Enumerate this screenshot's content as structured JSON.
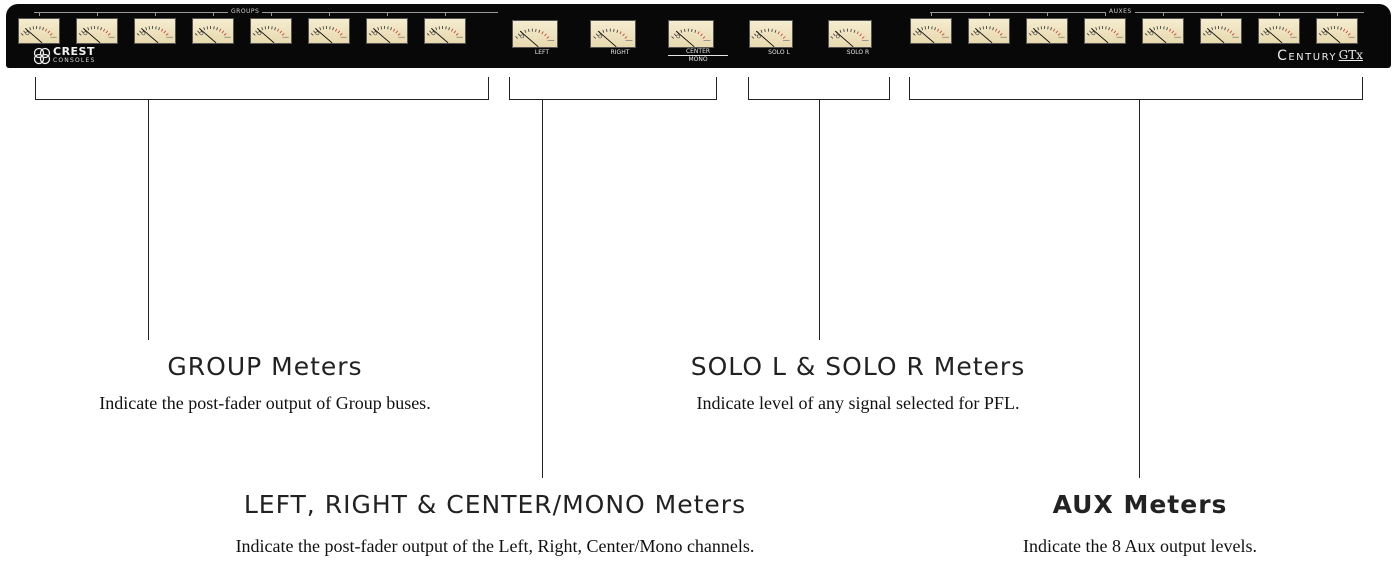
{
  "bridge": {
    "groups_label": "GROUPS",
    "auxes_label": "AUXES",
    "master_labels": [
      "LEFT",
      "RIGHT",
      "CENTER",
      "MONO"
    ],
    "solo_labels": [
      "SOLO L",
      "SOLO R"
    ],
    "logo_top": "CREST",
    "logo_bottom": "CONSOLES",
    "brand_name": "Century",
    "brand_suffix": "GTx",
    "meter_face_color": "#f2e6c2",
    "bridge_color": "#080808",
    "needle_red": "#c0392b"
  },
  "captions": {
    "group": {
      "title": "GROUP Meters",
      "desc": "Indicate the post-fader output of Group buses."
    },
    "solo": {
      "title": "SOLO L & SOLO R Meters",
      "desc": "Indicate level of any signal selected for PFL."
    },
    "master": {
      "title": "LEFT, RIGHT & CENTER/MONO Meters",
      "desc": "Indicate the post-fader output of the Left, Right, Center/Mono channels."
    },
    "aux": {
      "title": "AUX Meters",
      "desc": "Indicate the 8 Aux output levels."
    }
  }
}
